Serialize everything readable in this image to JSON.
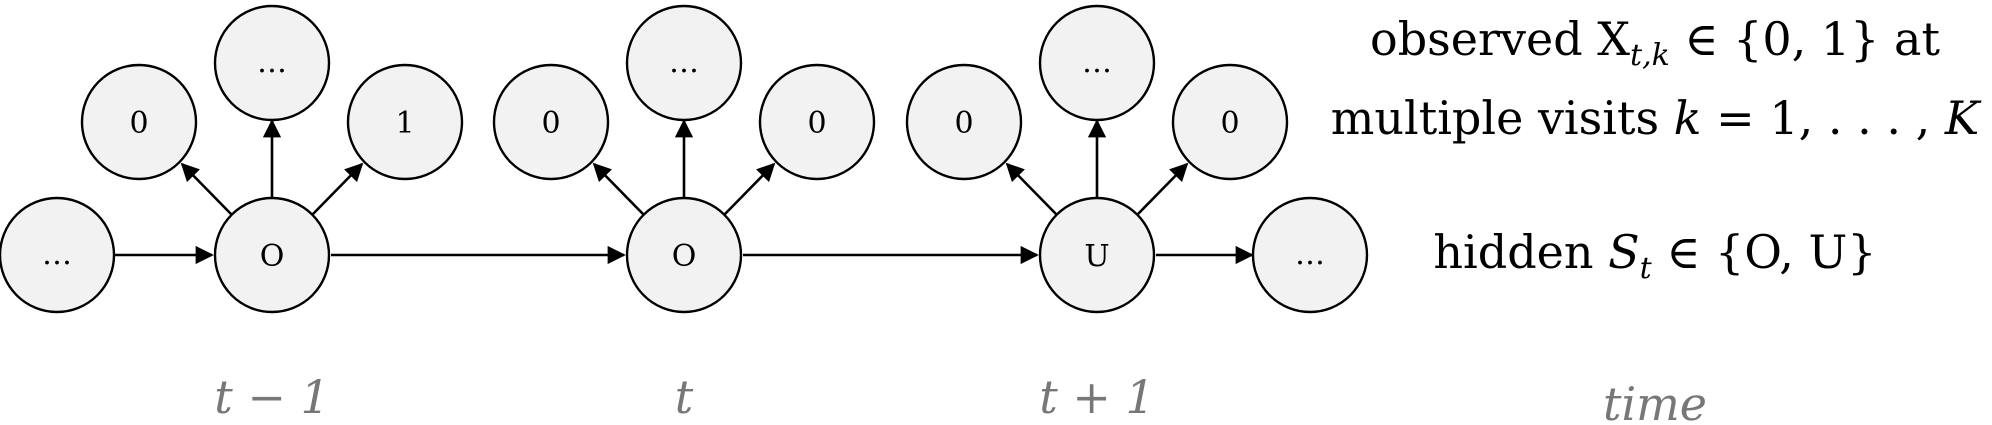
{
  "legend": {
    "observed_line1": "observed X",
    "observed_sub": "t,k",
    "observed_rest": " ∈ {0, 1} at",
    "observed_line2_a": "multiple visits ",
    "observed_line2_k": "k",
    "observed_line2_b": " = 1, . . . , ",
    "observed_line2_K": "K",
    "hidden_a": "hidden ",
    "hidden_S": "S",
    "hidden_sub": "t",
    "hidden_b": " ∈ {O, U}"
  },
  "time_labels": [
    "t − 1",
    "t",
    "t + 1"
  ],
  "time_axis_label": "time",
  "hidden_states": [
    "…",
    "O",
    "O",
    "U",
    "…"
  ],
  "observations": [
    [
      "0",
      "…",
      "1"
    ],
    [
      "0",
      "…",
      "0"
    ],
    [
      "0",
      "…",
      "0"
    ]
  ]
}
